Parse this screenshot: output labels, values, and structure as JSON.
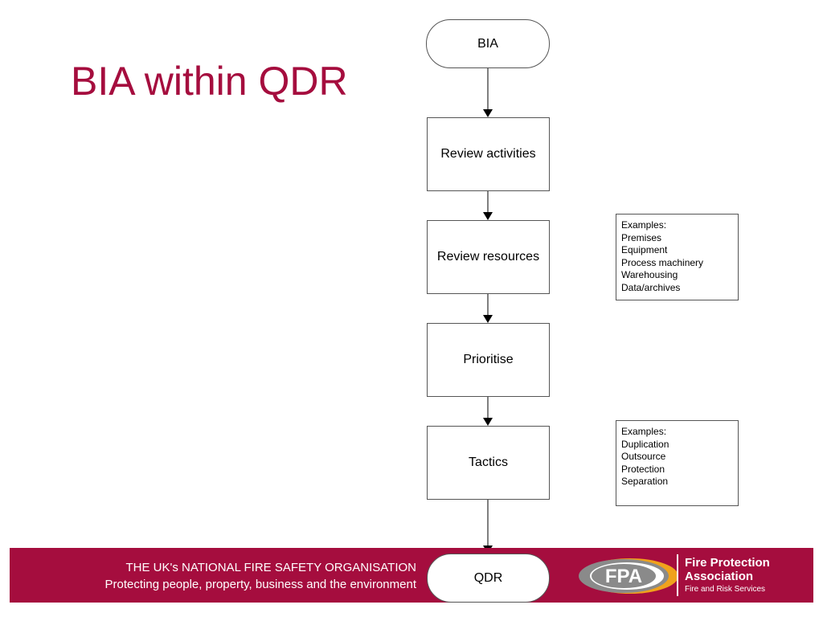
{
  "slide": {
    "title": "BIA within QDR"
  },
  "flow": {
    "start": "BIA",
    "steps": [
      "Review activities",
      "Review resources",
      "Prioritise",
      "Tactics"
    ],
    "end": "QDR"
  },
  "notes": {
    "resources": {
      "heading": "Examples:",
      "items": [
        "Premises",
        "Equipment",
        "Process machinery",
        "Warehousing",
        "Data/archives"
      ]
    },
    "tactics": {
      "heading": "Examples:",
      "items": [
        "Duplication",
        "Outsource",
        "Protection",
        "Separation"
      ]
    }
  },
  "footer": {
    "line1": "THE UK's NATIONAL FIRE SAFETY ORGANISATION",
    "line2": "Protecting people, property, business and the environment",
    "logo_text": "FPA",
    "brand_line1": "Fire Protection",
    "brand_line2": "Association",
    "brand_sub": "Fire and Risk Services"
  },
  "colors": {
    "accent": "#a50d3e",
    "logo_orange": "#f0a21c",
    "logo_grey": "#8a8a8a"
  }
}
